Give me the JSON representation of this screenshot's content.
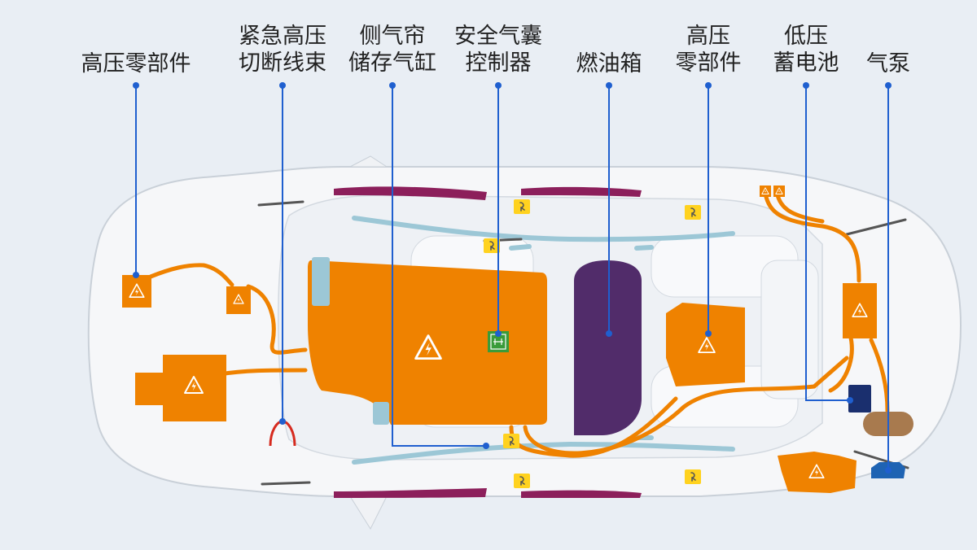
{
  "callouts": [
    {
      "id": "hv-parts-front",
      "lines": [
        "高压零部件"
      ]
    },
    {
      "id": "emergency-cutoff",
      "lines": [
        "紧急高压",
        "切断线束"
      ]
    },
    {
      "id": "curtain-inflator",
      "lines": [
        "侧气帘",
        "储存气缸"
      ]
    },
    {
      "id": "airbag-controller",
      "lines": [
        "安全气囊",
        "控制器"
      ]
    },
    {
      "id": "fuel-tank",
      "lines": [
        "燃油箱"
      ]
    },
    {
      "id": "hv-parts-rear",
      "lines": [
        "高压",
        "零部件"
      ]
    },
    {
      "id": "lv-battery",
      "lines": [
        "低压",
        "蓄电池"
      ]
    },
    {
      "id": "air-pump",
      "lines": [
        "气泵"
      ]
    }
  ],
  "colors": {
    "background": "#e9eef4",
    "car_body": "#f6f7f9",
    "car_outline": "#c9d0d8",
    "high_voltage": "#ef8200",
    "fuel_tank": "#512c6a",
    "curtain_airbag": "#8c1f5b",
    "leader_line": "#1f5fcf",
    "light_blue_strip": "#9cc7d6",
    "battery_12v": "#1a2f6e",
    "air_pump": "#1e63b3",
    "airbag_marker": "#ffd21f",
    "controller": "#3a9b3a",
    "air_tank": "#a87a4e"
  },
  "icons": [
    "high-voltage-warning-icon",
    "airbag-seat-icon",
    "controller-chip-icon"
  ]
}
